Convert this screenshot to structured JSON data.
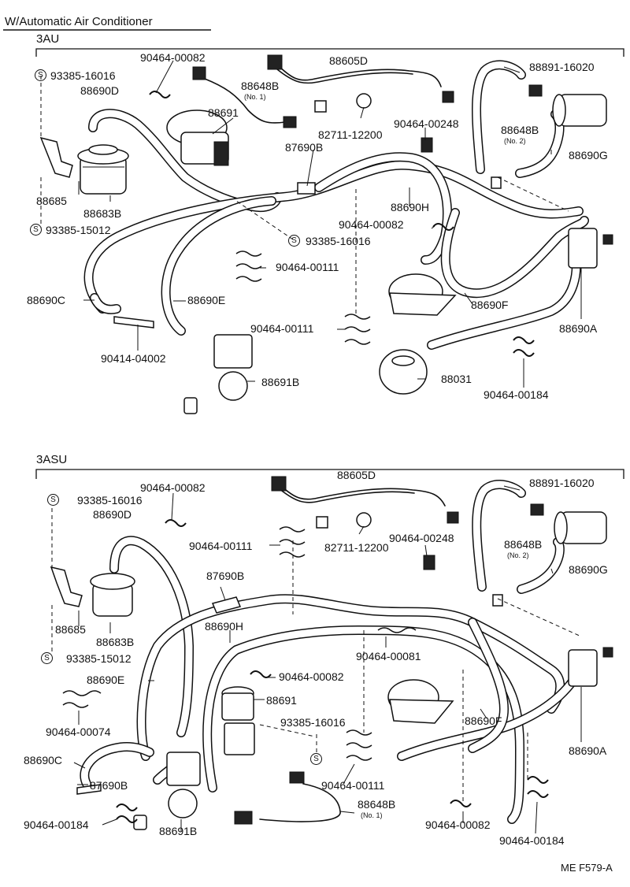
{
  "title": "W/Automatic Air Conditioner",
  "reference": "ME F579-A",
  "variants": [
    {
      "name": "3AU",
      "labels": [
        {
          "text": "93385-16016",
          "std": true
        },
        {
          "text": "90464-00082"
        },
        {
          "text": "88690D"
        },
        {
          "text": "88691"
        },
        {
          "text": "88648B",
          "note": "(No. 1)"
        },
        {
          "text": "88605D"
        },
        {
          "text": "88891-16020"
        },
        {
          "text": "82711-12200"
        },
        {
          "text": "90464-00248"
        },
        {
          "text": "88648B",
          "note": "(No. 2)"
        },
        {
          "text": "88690G"
        },
        {
          "text": "87690B"
        },
        {
          "text": "88685"
        },
        {
          "text": "88683B"
        },
        {
          "text": "93385-15012",
          "std": true
        },
        {
          "text": "88690H"
        },
        {
          "text": "90464-00082"
        },
        {
          "text": "93385-16016",
          "std": true
        },
        {
          "text": "90464-00111"
        },
        {
          "text": "88690C"
        },
        {
          "text": "88690E"
        },
        {
          "text": "88690F"
        },
        {
          "text": "90464-00111"
        },
        {
          "text": "88690A"
        },
        {
          "text": "90414-04002"
        },
        {
          "text": "88031"
        },
        {
          "text": "88691B"
        },
        {
          "text": "90464-00184"
        }
      ]
    },
    {
      "name": "3ASU",
      "labels": [
        {
          "text": "90464-00082"
        },
        {
          "text": "88605D"
        },
        {
          "text": "88891-16020"
        },
        {
          "text": "93385-16016",
          "std": true
        },
        {
          "text": "88690D"
        },
        {
          "text": "90464-00111"
        },
        {
          "text": "82711-12200"
        },
        {
          "text": "90464-00248"
        },
        {
          "text": "88648B",
          "note": "(No. 2)"
        },
        {
          "text": "88690G"
        },
        {
          "text": "87690B"
        },
        {
          "text": "88685"
        },
        {
          "text": "88683B"
        },
        {
          "text": "93385-15012",
          "std": true
        },
        {
          "text": "88690H"
        },
        {
          "text": "90464-00081"
        },
        {
          "text": "88690E"
        },
        {
          "text": "90464-00082"
        },
        {
          "text": "88691"
        },
        {
          "text": "90464-00074"
        },
        {
          "text": "93385-16016",
          "std": true
        },
        {
          "text": "88690F"
        },
        {
          "text": "88690A"
        },
        {
          "text": "88690C"
        },
        {
          "text": "87690B"
        },
        {
          "text": "90464-00111"
        },
        {
          "text": "88648B",
          "note": "(No. 1)"
        },
        {
          "text": "90464-00184"
        },
        {
          "text": "88691B"
        },
        {
          "text": "90464-00082"
        },
        {
          "text": "90464-00184"
        }
      ]
    }
  ]
}
